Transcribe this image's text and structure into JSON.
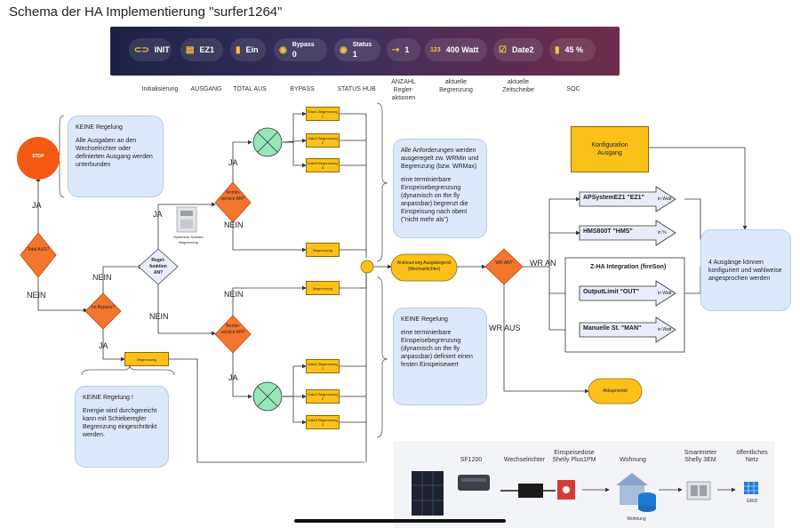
{
  "title": "Schema der HA Implementierung \"surfer1264\"",
  "status_bar": {
    "items": [
      {
        "icon": "toggle-icon",
        "label": "INIT"
      },
      {
        "icon": "list-icon",
        "label": "EZ1"
      },
      {
        "icon": "battery-icon",
        "label": "Ein"
      },
      {
        "icon": "eye-icon",
        "label": "Bypass",
        "value": "0"
      },
      {
        "icon": "eye-icon",
        "label": "Status",
        "value": "1"
      },
      {
        "icon": "arrow-icon",
        "label": "1"
      },
      {
        "icon": "number-icon",
        "label": "400 Watt",
        "prefix": "123"
      },
      {
        "icon": "calendar-check-icon",
        "label": "Date2"
      },
      {
        "icon": "battery-icon",
        "label": "45 %"
      }
    ],
    "captions": [
      "Initialisierung",
      "AUSGANG",
      "TOTAL AUS",
      "BYPASS",
      "STATUS HUB",
      "ANZAHL Regler-aktionen",
      "aktuelle Begrenzung",
      "aktuelle Zeitscheibe",
      "SOC"
    ]
  },
  "flow": {
    "stop": "STOP",
    "total_aus": "Total AUS?",
    "im_bypass": "Im Bypass?",
    "regelfunktion": "Regel-funktion AN?",
    "termin_service_top": "Termin-service AN?",
    "termin_service_bottom": "Termin-service AN?",
    "wr_an": "WR AN?",
    "ansteuerung": "Ansteuerung Ausgabegerät (Wechselrichter)",
    "akkuprioritaet": "Akkupriorität",
    "hysterese": "Hysterese Sollwert Begrenzung",
    "begrenzung_bypass": "Begrenzung",
    "date1_top": "Date1 Begrenzung 1",
    "date2_top": "Date2 Begrenzung 2",
    "date3_top": "Date3 Begrenzung 3",
    "begrenzung_top": "Begrenzung",
    "begrenzung_mid": "Begrenzung",
    "date1_bottom": "Date1 Begrenzung 1",
    "date2_bottom": "Date2 Begrenzung 2",
    "date3_bottom": "Date3 Begrenzung 3",
    "labels": {
      "ja": "JA",
      "nein": "NEIN",
      "wr_an": "WR AN",
      "wr_aus": "WR AUS"
    }
  },
  "notes": {
    "keine_regelung_top_title": "KEINE Regelung",
    "keine_regelung_top_body": "Alle Ausgaben an den Wechselrichter oder definierten Ausgang werden unterbunden",
    "bypass_title": "KEINE Regelung !",
    "bypass_body": "Energie wird durchgereicht kann mit Schieberegler Begrenzung eingeschränkt werden.",
    "anforderungen": "Alle Anforderungen werden ausgeregelt zw. WRMin und Begrenzung (bzw. WRMax)",
    "anforderungen2": "eine terminierbare Einspeisebegrenzung (dynamisch on the fly anpassbar) begrenzt die Einspeisung nach oben! (\"nicht mehr als\")",
    "keine_regelung_mid_title": "KEINE Regelung",
    "keine_regelung_mid_body": "eine terminierbare Einspeisebegrenzung (dynamisch on the fly anpassbar) definiert einen festen Einspeisewert",
    "ausgaenge": "4 Ausgänge können konfiguriert und wahlweise angesprochen werden"
  },
  "outputs": {
    "konfiguration": "Konfiguration Ausgang",
    "ez1": "APSystemEZ1 \"EZ1\"",
    "ez1_unit": "in Watt",
    "hms": "HMS800T \"HMS\"",
    "hms_unit": "in %",
    "integration_title": "Z-HA Integration (fireSon)",
    "out": "OutputLimit \"OUT\"",
    "out_unit": "in Watt",
    "man": "Manuelle St. \"MAN\"",
    "man_unit": "in Watt"
  },
  "bottom_panel": {
    "sf1200": "SF1200",
    "wechselrichter": "Wechselrichter",
    "einspeisedose": "Einspeisedose Shelly Plus1PM",
    "wohnung": "Wohnung",
    "wohnung_small": "Wohnung",
    "smartmeter": "Smartmeter Shelly 3EM",
    "netz": "öffentliches Netz",
    "grid": "GRID"
  }
}
